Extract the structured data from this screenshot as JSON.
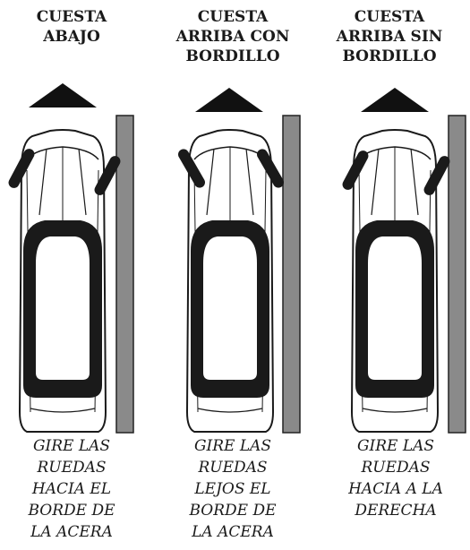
{
  "panels": [
    {
      "title_lines": [
        "",
        "CUESTA",
        "ABAJO"
      ],
      "caption_lines": [
        "GIRE LAS",
        "RUEDAS",
        "HACIA EL",
        "BORDE DE",
        "LA ACERA"
      ],
      "wheel_direction": "toward-curb",
      "curb": true
    },
    {
      "title_lines": [
        "CUESTA",
        "ARRIBA CON",
        "BORDILLO"
      ],
      "caption_lines": [
        "GIRE LAS",
        "RUEDAS",
        "LEJOS EL",
        "BORDE DE",
        "LA ACERA"
      ],
      "wheel_direction": "away-from-curb",
      "curb": true
    },
    {
      "title_lines": [
        "CUESTA",
        "ARRIBA SIN",
        "BORDILLO"
      ],
      "caption_lines": [
        "GIRE LAS",
        "RUEDAS",
        "HACIA A LA",
        "DERECHA",
        ""
      ],
      "wheel_direction": "right",
      "curb": true
    }
  ],
  "colors": {
    "car_body": "#1a1a1a",
    "curb_fill": "#8a8a8a",
    "arrow": "#111111"
  },
  "icons": [
    "direction-arrow-icon",
    "car-topview-icon",
    "curb-icon"
  ]
}
